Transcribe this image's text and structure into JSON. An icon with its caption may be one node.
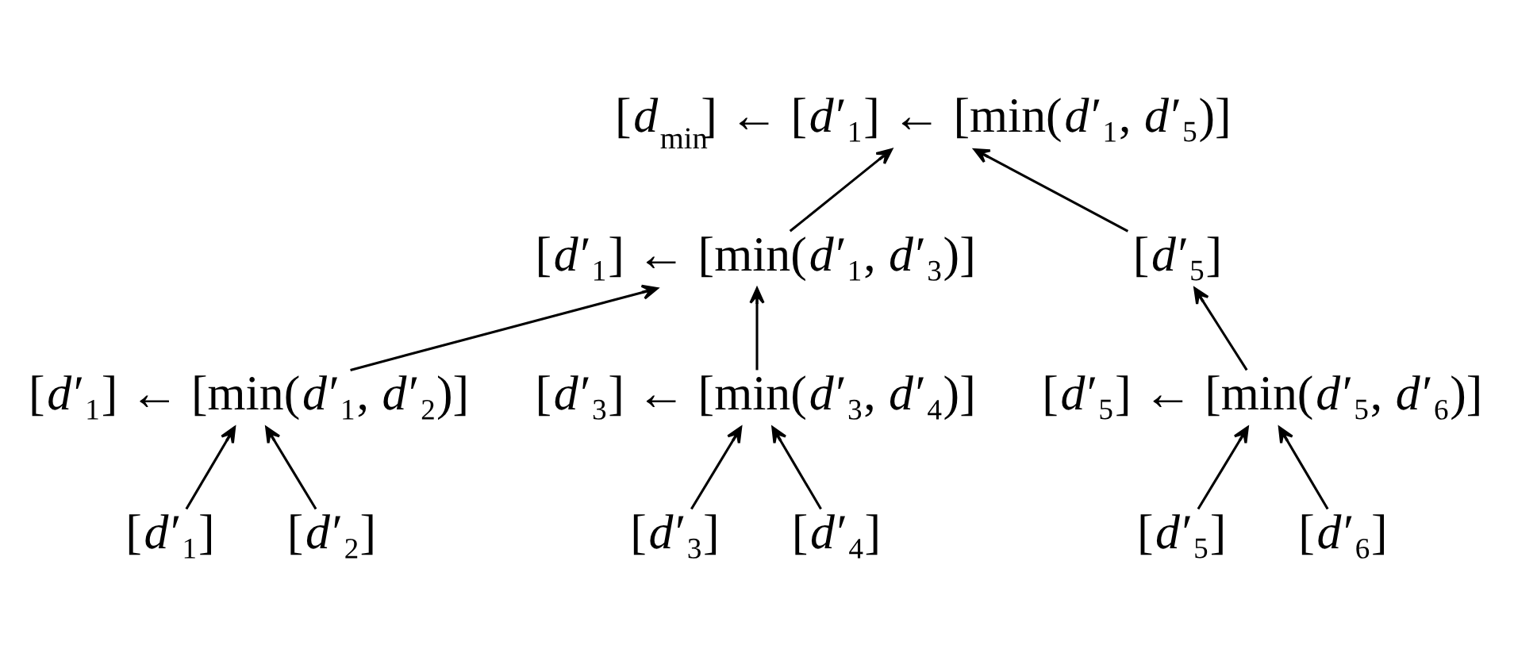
{
  "diagram": {
    "nodes": [
      {
        "text": [
          "[*d*$_{min}$] ← [*d*′₁] ← [min(*d*′₁, *d*′₅)]"
        ]
      },
      {
        "text": [
          "[*d*′₁] ← [min(*d*′₁, *d*′₃)]"
        ]
      },
      {
        "text": [
          "[*d*′₅]"
        ]
      },
      {
        "text": [
          "[*d*′₁] ← [min(*d*′₁, *d*′₂)]"
        ]
      },
      {
        "text": [
          "[*d*′₃] ← [min(*d*′₃, *d*′₄)]"
        ]
      },
      {
        "text": [
          "[*d*′₅] ← [min(*d*′₅, *d*′₆)]"
        ]
      },
      {
        "text": [
          "[*d*′₁]"
        ]
      },
      {
        "text": [
          "[*d*′₂]"
        ]
      },
      {
        "text": [
          "[*d*′₃]"
        ]
      },
      {
        "text": [
          "[*d*′₄]"
        ]
      },
      {
        "text": [
          "[*d*′₅]"
        ]
      },
      {
        "text": [
          "[*d*′₆]"
        ]
      }
    ],
    "edges": [
      {
        "from": 1,
        "to": 0,
        "arrow": "to"
      },
      {
        "from": 2,
        "to": 0,
        "arrow": "to"
      },
      {
        "from": 3,
        "to": 1,
        "arrow": "to"
      },
      {
        "from": 4,
        "to": 1,
        "arrow": "to"
      },
      {
        "from": 5,
        "to": 2,
        "arrow": "to"
      },
      {
        "from": 6,
        "to": 3,
        "arrow": "to"
      },
      {
        "from": 7,
        "to": 3,
        "arrow": "to"
      },
      {
        "from": 8,
        "to": 4,
        "arrow": "to"
      },
      {
        "from": 9,
        "to": 4,
        "arrow": "to"
      },
      {
        "from": 10,
        "to": 5,
        "arrow": "to"
      },
      {
        "from": 11,
        "to": 5,
        "arrow": "to"
      }
    ]
  }
}
